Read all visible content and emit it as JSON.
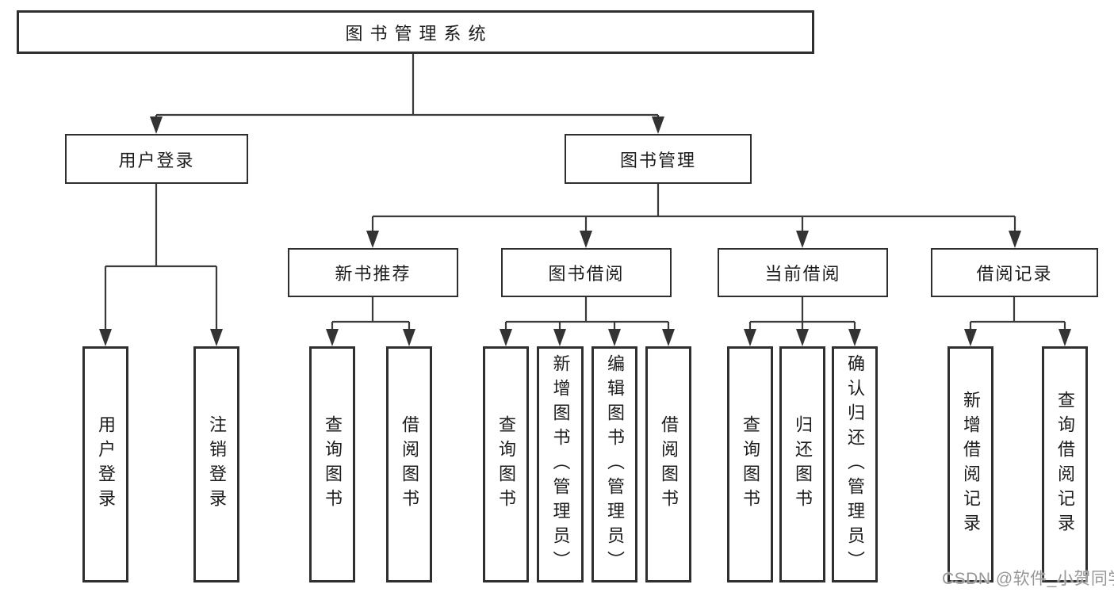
{
  "tree": {
    "root": {
      "label": "图书管理系统"
    },
    "branches": [
      {
        "label": "用户登录",
        "children": [
          {
            "label": "用户登录"
          },
          {
            "label": "注销登录"
          }
        ]
      },
      {
        "label": "图书管理",
        "children": [
          {
            "label": "新书推荐",
            "children": [
              {
                "label": "查询图书"
              },
              {
                "label": "借阅图书"
              }
            ]
          },
          {
            "label": "图书借阅",
            "children": [
              {
                "label": "查询图书"
              },
              {
                "label": "新增图书（管理员）"
              },
              {
                "label": "编辑图书（管理员）"
              },
              {
                "label": "借阅图书"
              }
            ]
          },
          {
            "label": "当前借阅",
            "children": [
              {
                "label": "查询图书"
              },
              {
                "label": "归还图书"
              },
              {
                "label": "确认归还（管理员）"
              }
            ]
          },
          {
            "label": "借阅记录",
            "children": [
              {
                "label": "新增借阅记录"
              },
              {
                "label": "查询借阅记录"
              }
            ]
          }
        ]
      }
    ]
  },
  "colors": {
    "line": "#3a3a3a",
    "border": "#2f2f2f",
    "watermark": "#979797"
  },
  "watermark": "CSDN @软件_小贺同学"
}
